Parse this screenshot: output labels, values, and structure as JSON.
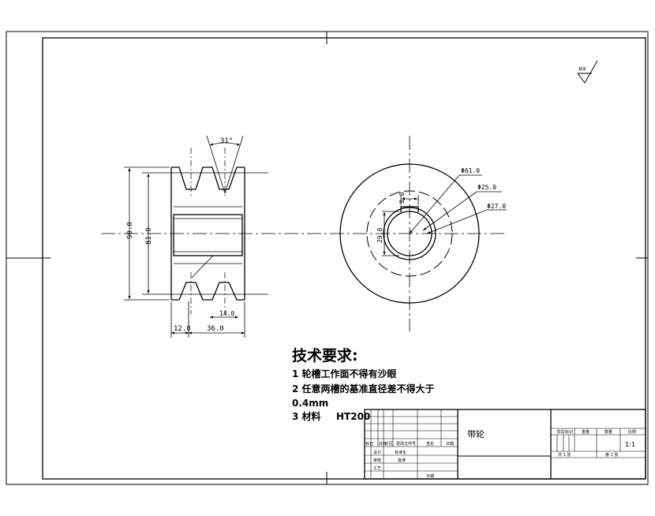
{
  "surface_mark": "其余",
  "front_view": {
    "groove_angle": "31°",
    "outer_diameter": "90.0",
    "pitch_diameter": "81.0",
    "hub_width": "12.0",
    "body_width": "36.0",
    "groove_pitch": "14.0"
  },
  "side_view": {
    "dia_outer": "Φ61.0",
    "dia_mid": "Φ25.0",
    "dia_bore": "Φ27.0",
    "key_width": "8.0",
    "key_depth": "29.0"
  },
  "requirements": {
    "title": "技术要求:",
    "line1": "1  轮槽工作面不得有沙眼",
    "line2": "2  任意两槽的基准直径差不得大于",
    "line2b": "0.4mm",
    "line3_label": "3  材料",
    "line3_material": "HT200"
  },
  "title_block": {
    "part_name": "带轮",
    "h_mark": "标记",
    "h_count": "处数",
    "h_zone": "分区",
    "h_docno": "更改文件号",
    "h_sign": "签名",
    "h_date": "日期",
    "r_design": "设计",
    "r_std": "标准化",
    "r_check": "审核",
    "r_process": "工艺",
    "r_approve": "批准",
    "r_date": "日期",
    "c_stage": "阶段标记",
    "c_weight": "重量",
    "c_qty": "数量",
    "c_scale": "比例",
    "scale": "1:1",
    "sheets_total": "共 1 张",
    "sheet_no": "第 1 张"
  }
}
